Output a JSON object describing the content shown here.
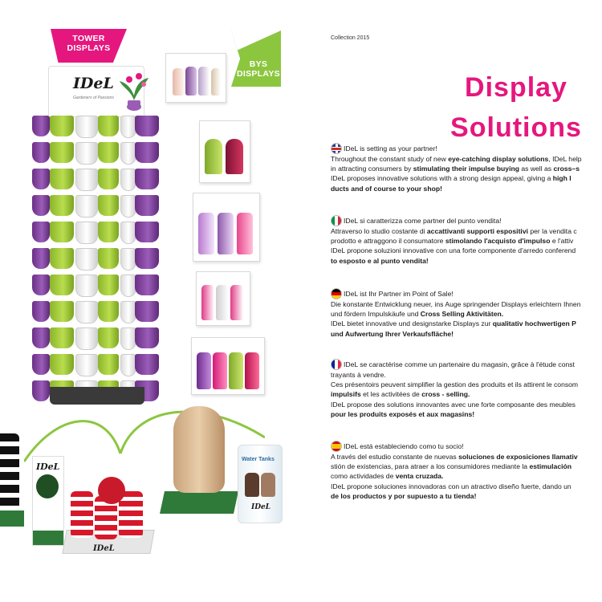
{
  "left_page": {
    "ribbon_tower": "TOWER\nDISPLAYS",
    "ribbon_bys": "BYS\nDISPLAYS",
    "brand_logo": "IDeL",
    "brand_tagline": "Gardeners of Passions",
    "product_label_1": "Water Tanks",
    "colors": {
      "magenta": "#e5177e",
      "green": "#8cc63f",
      "purple": "#7a3b98",
      "lime": "#a6cf3b"
    }
  },
  "right_page": {
    "collection": "Collection 2015",
    "title_line1": "Display",
    "title_line2": "Solutions",
    "sections": [
      {
        "flag": "uk-flag",
        "intro": "IDeL is setting as your partner!",
        "lines": [
          [
            "Throughout the constant study of new ",
            "eye-catching display solutions",
            ", IDeL help"
          ],
          [
            "in attracting consumers by ",
            "stimulating their impulse buying",
            " as well as ",
            "cross–s"
          ],
          [
            "IDeL proposes innovative solutions with a strong design appeal, giving a ",
            "high l"
          ],
          [
            "",
            "ducts and of course to your shop!"
          ]
        ]
      },
      {
        "flag": "italy-flag",
        "intro": "IDeL si caratterizza come partner del punto vendita!",
        "lines": [
          [
            "Attraverso lo studio costante di ",
            "accattivanti supporti espositivi",
            " per la vendita c"
          ],
          [
            "prodotto e attraggono il consumatore ",
            "stimolando l'acquisto d'impulso",
            " e l'attiv"
          ],
          [
            "IDeL propone soluzioni innovative con una forte componente d'arredo conferend"
          ],
          [
            "",
            "to esposto e al punto vendita!"
          ]
        ]
      },
      {
        "flag": "germany-flag",
        "intro": "IDeL ist Ihr Partner im Point of Sale!",
        "lines": [
          [
            "Die konstante Entwicklung neuer, ins Auge springender Displays erleichtern Ihnen"
          ],
          [
            "und fördern Impulskäufe und ",
            "Cross Selling Aktivitäten."
          ],
          [
            "IDeL bietet innovative und designstarke Displays zur ",
            "qualitativ hochwertigen P"
          ],
          [
            "",
            "und Aufwertung Ihrer Verkaufsfläche!"
          ]
        ]
      },
      {
        "flag": "france-flag",
        "intro": "IDeL se caractérise comme un partenaire du magasin, grâce à l'étude const",
        "lines": [
          [
            "trayants à vendre."
          ],
          [
            "Ces présentoirs peuvent simplifier la gestion des produits et ils attirent le consom"
          ],
          [
            "",
            "impulsifs",
            " et les activitées de ",
            "cross - selling."
          ],
          [
            "IDeL propose des solutions innovantes avec une forte composante des meubles"
          ],
          [
            "",
            "pour les produits exposés et aux magasins!"
          ]
        ]
      },
      {
        "flag": "spain-flag",
        "intro": "IDeL está estableciendo como tu socio!",
        "lines": [
          [
            "A través del estudio constante de nuevas ",
            "soluciones de exposiciones llamativ"
          ],
          [
            "stión de existencias, para atraer a los consumidores mediante la ",
            "estimulación"
          ],
          [
            "como actividades de ",
            "venta cruzada."
          ],
          [
            "IDeL propone soluciones innovadoras con un atractivo diseño fuerte, dando un"
          ],
          [
            "",
            "de los productos y por supuesto a tu tienda!"
          ]
        ]
      }
    ]
  }
}
